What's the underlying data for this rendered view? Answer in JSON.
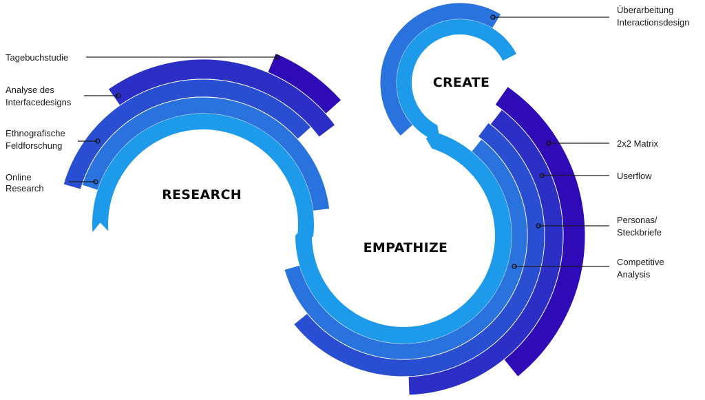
{
  "phases": [
    {
      "id": "research",
      "title": "RESEARCH",
      "rings": [
        {
          "label": null,
          "color": "#1e9aea"
        },
        {
          "label": "Online Research",
          "lines": [
            "Online",
            "Research"
          ],
          "color": "#2a72de"
        },
        {
          "label": "Ethnografische Feldforschung",
          "lines": [
            "Ethnografische",
            "Feldforschung"
          ],
          "color": "#2a4ed2"
        },
        {
          "label": "Analyse des Interfacedesigns",
          "lines": [
            "Analyse des",
            "Interfacedesigns"
          ],
          "color": "#2c2fc6"
        },
        {
          "label": "Tagebuchstudie",
          "lines": [
            "Tagebuchstudie"
          ],
          "color": "#2f0bb8"
        }
      ]
    },
    {
      "id": "empathize",
      "title": "EMPATHIZE",
      "rings": [
        {
          "label": null,
          "color": "#1e9aea"
        },
        {
          "label": "Competitive Analysis",
          "lines": [
            "Competitive",
            "Analysis"
          ],
          "color": "#2a72de"
        },
        {
          "label": "Personas/ Steckbriefe",
          "lines": [
            "Personas/",
            "Steckbriefe"
          ],
          "color": "#2a4ed2"
        },
        {
          "label": "Userflow",
          "lines": [
            "Userflow"
          ],
          "color": "#2c2fc6"
        },
        {
          "label": "2x2 Matrix",
          "lines": [
            "2x2 Matrix"
          ],
          "color": "#2f0bb8"
        }
      ]
    },
    {
      "id": "create",
      "title": "CREATE",
      "rings": [
        {
          "label": null,
          "color": "#1e9aea"
        },
        {
          "label": "Überarbeitung Interactionsdesign",
          "lines": [
            "Überarbeitung",
            "Interactionsdesign"
          ],
          "color": "#2a72de"
        }
      ]
    }
  ]
}
